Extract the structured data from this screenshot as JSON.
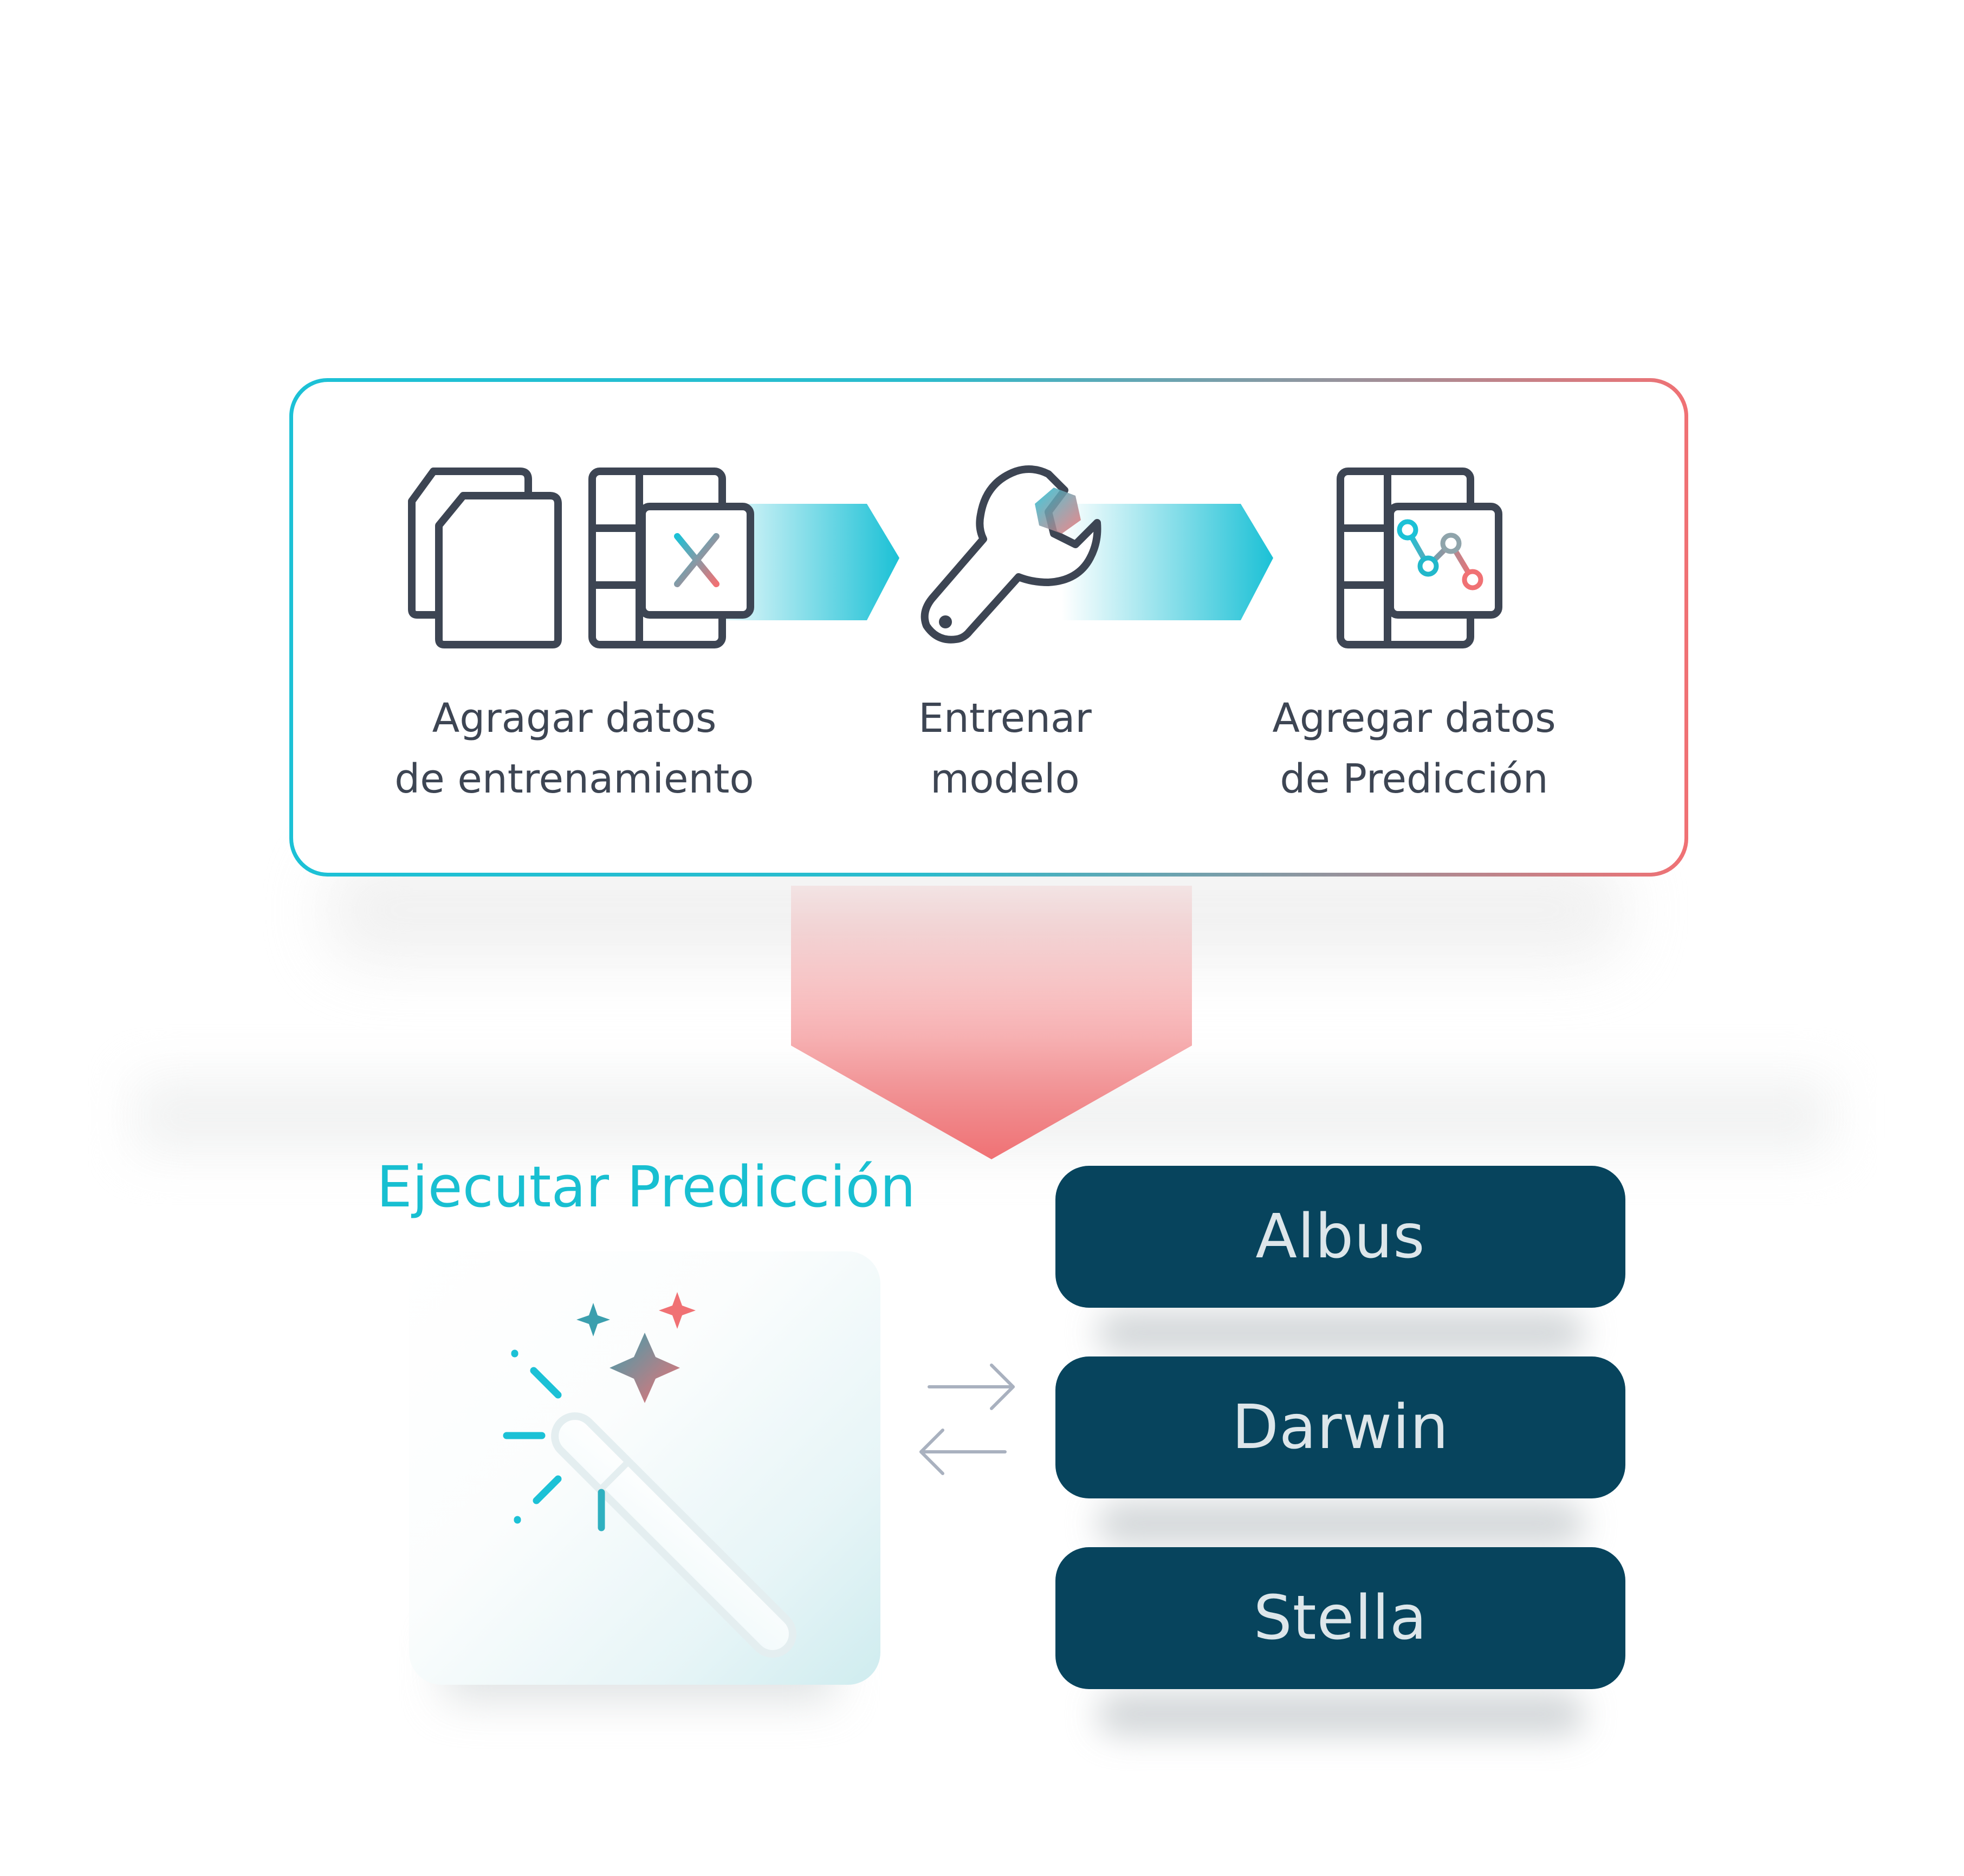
{
  "pipeline": {
    "steps": [
      {
        "line1": "Agragar datos",
        "line2": "de entrenamiento",
        "icon": "training-data-icon"
      },
      {
        "line1": "Entrenar",
        "line2": "modelo",
        "icon": "wrench-icon"
      },
      {
        "line1": "Agregar datos",
        "line2": "de Predicción",
        "icon": "prediction-data-icon"
      }
    ]
  },
  "prediction": {
    "title": "Ejecutar Predicción",
    "icon": "magic-wand-icon"
  },
  "models": [
    "Albus",
    "Darwin",
    "Stella"
  ],
  "colors": {
    "teal": "#1cc1d6",
    "coral": "#f07174",
    "navy": "#07445d",
    "text": "#3d4553"
  }
}
